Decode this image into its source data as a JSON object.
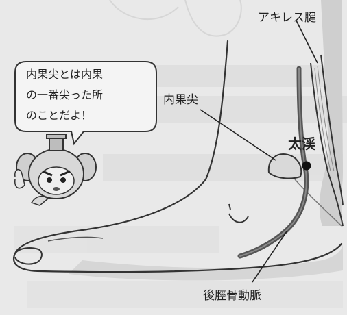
{
  "labels": {
    "achilles": "アキレス腱",
    "medial_malleolus": "内果尖",
    "taikei": "太渓",
    "artery": "後脛骨動脈"
  },
  "bubble": {
    "lines": [
      "内果尖とは内果",
      "の一番尖った所",
      "のことだよ！"
    ]
  }
}
